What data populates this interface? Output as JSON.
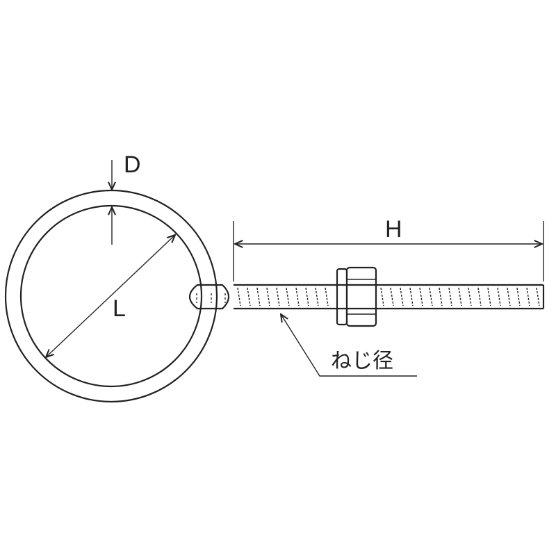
{
  "labels": {
    "wire_diameter": "D",
    "ring_diameter": "L",
    "bolt_length": "H",
    "thread_diameter": "ねじ径"
  },
  "colors": {
    "line": "#222222",
    "background": "#ffffff"
  }
}
